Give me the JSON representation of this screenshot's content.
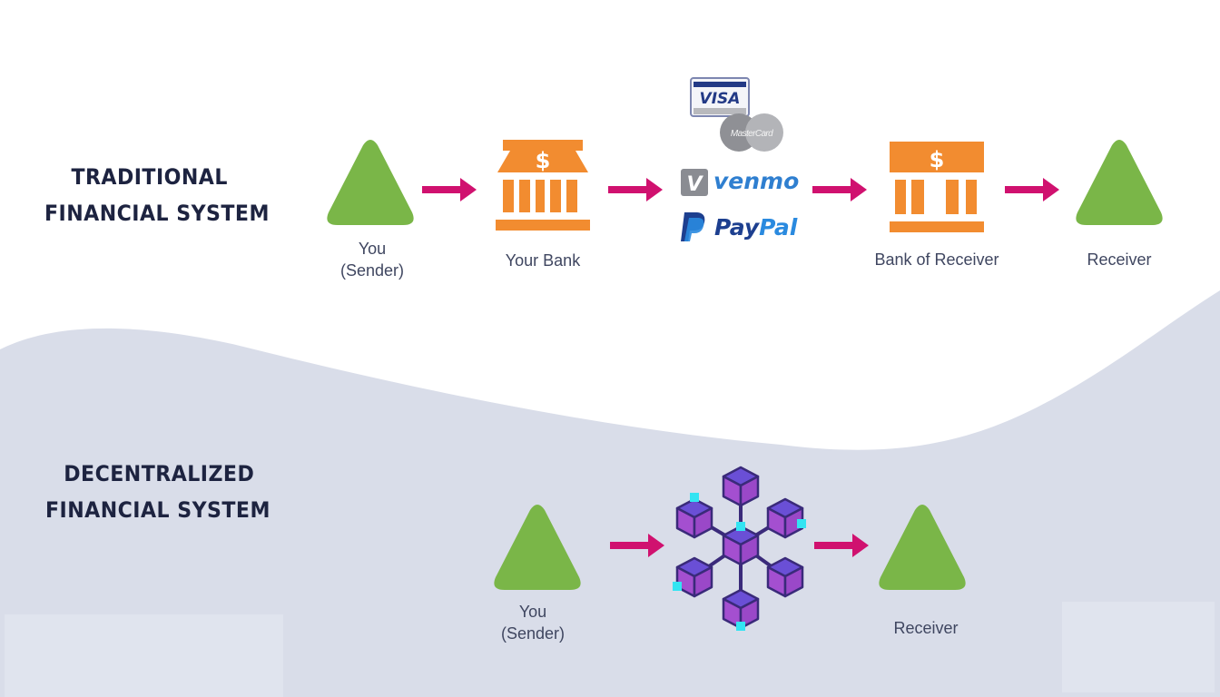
{
  "traditional": {
    "title_line1": "TRADITIONAL",
    "title_line2": "FINANCIAL SYSTEM",
    "nodes": [
      {
        "icon": "person-triangle-icon",
        "label_line1": "You",
        "label_line2": "(Sender)"
      },
      {
        "icon": "bank-icon",
        "label": "Your Bank"
      },
      {
        "icon": "payment-processors-icon",
        "brands": {
          "visa": "VISA",
          "mastercard": "MasterCard",
          "venmo_mark": "V",
          "venmo": "venmo",
          "paypal_pay": "Pay",
          "paypal_pal": "Pal"
        }
      },
      {
        "icon": "bank-icon",
        "label": "Bank of Receiver"
      },
      {
        "icon": "person-triangle-icon",
        "label": "Receiver"
      }
    ]
  },
  "decentralized": {
    "title_line1": "DECENTRALIZED",
    "title_line2": "FINANCIAL SYSTEM",
    "nodes": [
      {
        "icon": "person-triangle-icon",
        "label_line1": "You",
        "label_line2": "(Sender)"
      },
      {
        "icon": "blockchain-network-icon"
      },
      {
        "icon": "person-triangle-icon",
        "label": "Receiver"
      }
    ]
  },
  "bank_symbol": "$",
  "colors": {
    "title": "#1d2340",
    "triangle": "#7ab648",
    "bank": "#f28c30",
    "arrow": "#d0116f",
    "cube_top": "#6a4fd6",
    "cube_side": "#a44fd0",
    "cube_outline": "#3a2a7a",
    "node_dot": "#33e4f2",
    "wave": "#d9dde9"
  }
}
